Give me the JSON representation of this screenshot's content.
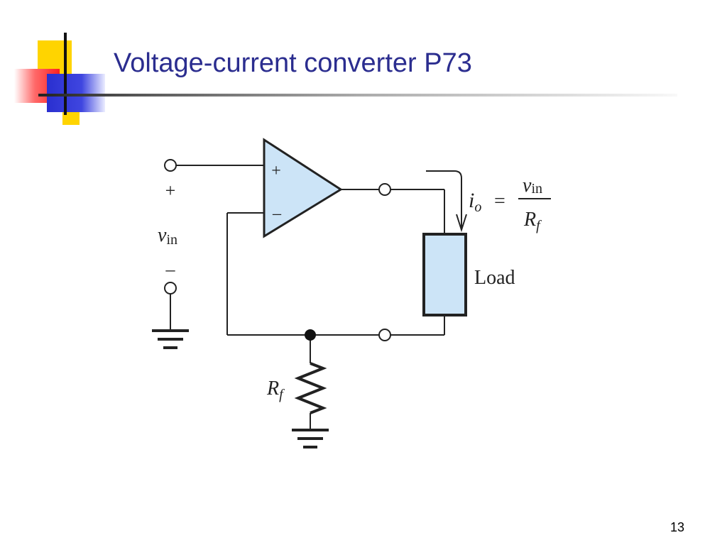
{
  "slide": {
    "title": "Voltage-current converter P73",
    "page_number": "13"
  },
  "diagram": {
    "opamp_plus": "+",
    "opamp_minus": "–",
    "input_plus": "+",
    "input_minus": "–",
    "vin_var": "v",
    "vin_sub": "in",
    "io_var": "i",
    "io_sub": "o",
    "equals": "=",
    "frac_num_var": "v",
    "frac_num_sub": "in",
    "frac_den_var": "R",
    "frac_den_sub": "f",
    "load_label": "Load",
    "rf_var": "R",
    "rf_sub": "f"
  },
  "colors": {
    "title": "#2b2d8f",
    "component_fill": "#cce4f7"
  }
}
